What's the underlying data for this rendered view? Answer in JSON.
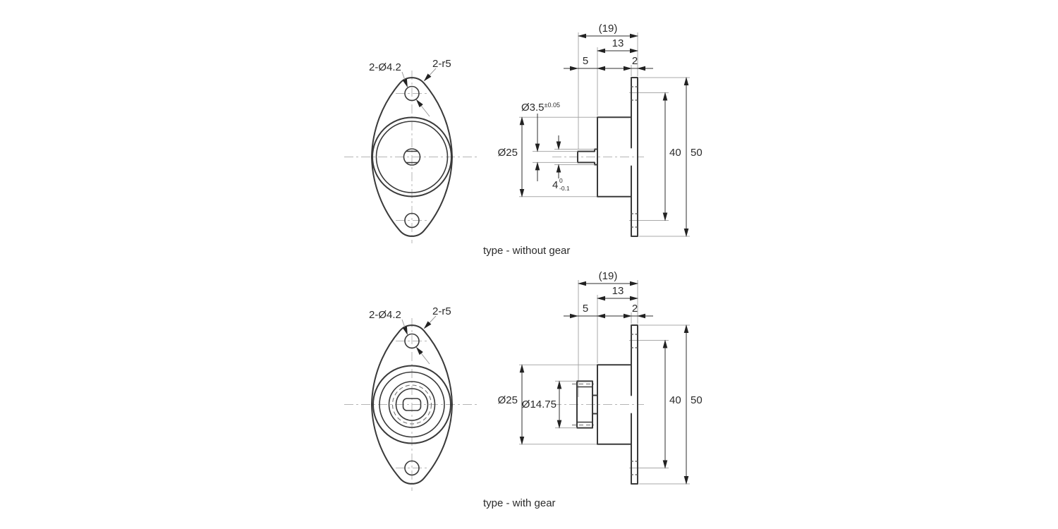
{
  "drawing": {
    "captions": {
      "top": "type - without gear",
      "bottom": "type - with gear"
    },
    "front": {
      "hole_label": "2-Ø4.2",
      "tip_label": "2-r5"
    },
    "dims": {
      "ref_overall": "(19)",
      "length_13": "13",
      "protrusion_5": "5",
      "plate_t_2": "2",
      "hole_span_40": "40",
      "height_50": "50",
      "body_dia": "Ø25",
      "shaft_dia": "Ø3.5",
      "shaft_dia_tol": "±0.05",
      "flat_4": "4",
      "flat_tol_hi": "0",
      "flat_tol_lo": "-0.1",
      "gear_dia": "Ø14.75"
    },
    "colors": {
      "line_dark": "#3a3a3a",
      "line_ext": "#a8a8a8",
      "centerline": "#b5b5b5",
      "text": "#2b2b2b"
    }
  }
}
